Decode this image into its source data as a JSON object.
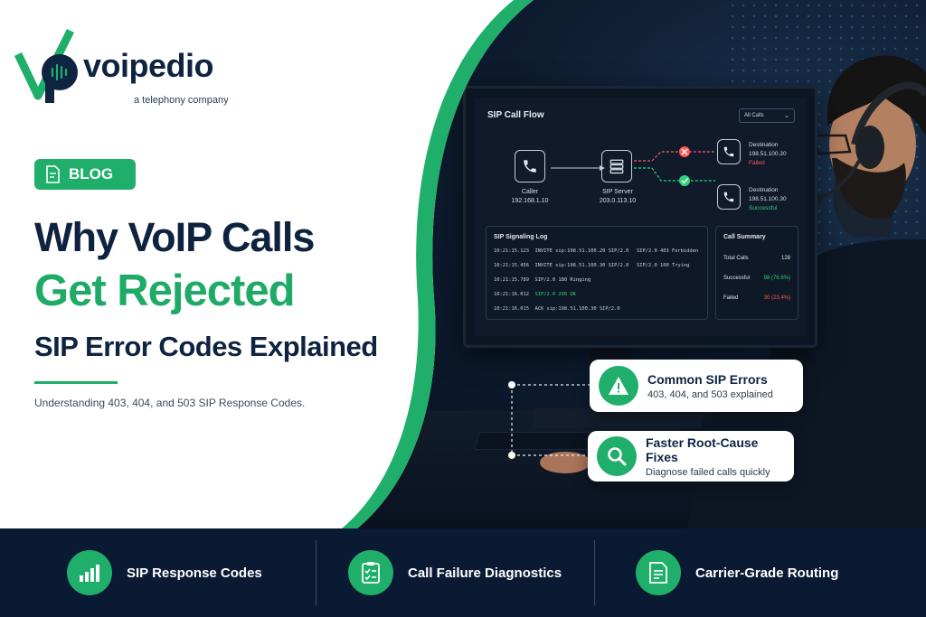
{
  "brand": {
    "name": "voipedio",
    "tagline": "a telephony company"
  },
  "badge": {
    "label": "BLOG"
  },
  "headline": {
    "line1": "Why VoIP Calls",
    "line2": "Get Rejected",
    "line3": "SIP Error Codes Explained"
  },
  "subtitle": "Understanding 403, 404, and 503 SIP Response Codes.",
  "screen": {
    "title": "SIP Call Flow",
    "filter": "All Calls",
    "caller": {
      "label": "Caller",
      "ip": "192.168.1.10"
    },
    "server": {
      "label": "SIP Server",
      "ip": "203.0.113.10"
    },
    "dest_failed": {
      "label": "Destination",
      "ip": "198.51.100.20",
      "status": "Failed"
    },
    "dest_success": {
      "label": "Destination",
      "ip": "198.51.100.30",
      "status": "Successful"
    },
    "log": {
      "title": "SIP Signaling Log",
      "rows": [
        {
          "time": "10:21:15.123",
          "msg": "INVITE sip:198.51.100.20 SIP/2.0",
          "resp": "SIP/2.0 403 Forbidden",
          "resp_color": "#ff5a5a"
        },
        {
          "time": "10:21:15.456",
          "msg": "INVITE sip:198.51.100.30 SIP/2.0",
          "resp": "SIP/2.0 100 Trying",
          "resp_color": "#c9d3df"
        },
        {
          "time": "10:21:15.789",
          "msg": "SIP/2.0 180 Ringing",
          "resp": "",
          "resp_color": "#c9d3df"
        },
        {
          "time": "10:21:16.012",
          "msg": "SIP/2.0 200 OK",
          "resp": "",
          "resp_color": "#c9d3df"
        },
        {
          "time": "10:21:16.015",
          "msg": "ACK sip:198.51.100.30 SIP/2.0",
          "resp": "",
          "resp_color": "#c9d3df"
        }
      ]
    },
    "summary": {
      "title": "Call Summary",
      "total_label": "Total Calls",
      "total_value": "128",
      "success_label": "Successful",
      "success_value": "98 (76.6%)",
      "failed_label": "Failed",
      "failed_value": "30 (23.4%)"
    }
  },
  "callouts": [
    {
      "title": "Common SIP Errors",
      "text": "403, 404, and 503 explained",
      "icon": "warning-icon"
    },
    {
      "title": "Faster Root-Cause Fixes",
      "text": "Diagnose failed calls quickly",
      "icon": "magnifier-icon"
    }
  ],
  "features": [
    {
      "label": "SIP Response Codes",
      "icon": "bar-chart-icon"
    },
    {
      "label": "Call Failure Diagnostics",
      "icon": "checklist-icon"
    },
    {
      "label": "Carrier-Grade Routing",
      "icon": "routing-document-icon"
    }
  ],
  "colors": {
    "accent": "#1faf6a",
    "navy": "#0e2340",
    "error": "#ff5a5a",
    "success": "#34d27a"
  }
}
